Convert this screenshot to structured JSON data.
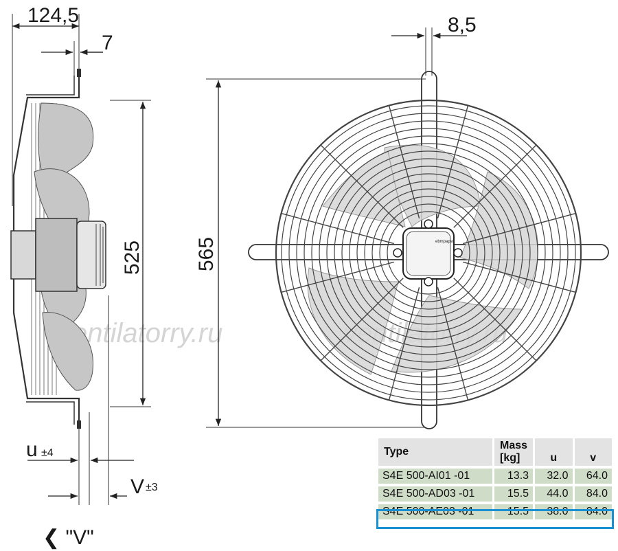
{
  "dimensions": {
    "depth": "124,5",
    "flange": "7",
    "hub_pitch": "8,5",
    "blade_diameter": "525",
    "guard_height": "565",
    "u_label": "u",
    "u_tol": "±4",
    "v_label": "V",
    "v_tol": "±3",
    "view_marker": "❮ \"V\""
  },
  "watermark": "ventilatorry.ru",
  "nameplate": "ebmpapst",
  "table": {
    "headers": {
      "type": "Type",
      "mass": "Mass",
      "mass_unit": "[kg]",
      "u": "u",
      "v": "v"
    },
    "rows": [
      {
        "type": "S4E  500-AI01  -01",
        "mass": "13.3",
        "u": "32.0",
        "v": "64.0"
      },
      {
        "type": "S4E  500-AD03  -01",
        "mass": "15.5",
        "u": "44.0",
        "v": "84.0"
      },
      {
        "type": "S4E  500-AE03  -01",
        "mass": "15.5",
        "u": "38.0",
        "v": "84.0"
      }
    ],
    "selected_row": 2
  },
  "colors": {
    "row_fill": "#cfdcc7",
    "header_fill": "#e3e3e3",
    "selection": "#1a8fd1",
    "blade": "#c6c6c6",
    "line": "#222222"
  }
}
